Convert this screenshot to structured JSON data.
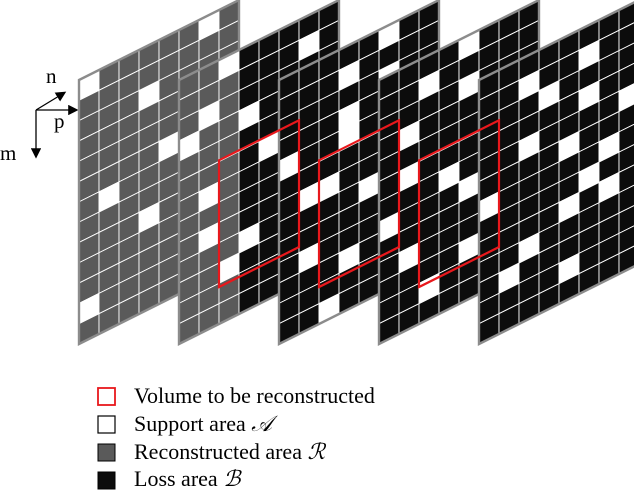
{
  "axes": {
    "labels": {
      "n": "n",
      "p": "p",
      "m": "m"
    }
  },
  "colors": {
    "support": "#ffffff",
    "reconstructed": "#5a5a5a",
    "loss": "#0c0c0c",
    "frame": "#8c8c8c",
    "cellLine": "#ffffff",
    "volume": "#e8181c"
  },
  "slices": [
    {
      "kind": "reconstructed",
      "highlight": false,
      "whiteCells": [
        [
          0,
          0
        ],
        [
          0,
          6
        ],
        [
          2,
          3
        ],
        [
          5,
          4
        ],
        [
          6,
          1
        ],
        [
          8,
          3
        ],
        [
          11,
          0
        ],
        [
          11,
          7
        ],
        [
          4,
          7
        ]
      ]
    },
    {
      "kind": "mixed",
      "highlight": true,
      "reconCols": 3,
      "whiteCells": [
        [
          0,
          2
        ],
        [
          1,
          6
        ],
        [
          3,
          0
        ],
        [
          3,
          3
        ],
        [
          5,
          4
        ],
        [
          6,
          1
        ],
        [
          7,
          7
        ],
        [
          9,
          3
        ],
        [
          10,
          2
        ],
        [
          12,
          5
        ],
        [
          2,
          1
        ],
        [
          8,
          1
        ]
      ]
    },
    {
      "kind": "loss",
      "highlight": true,
      "whiteCells": [
        [
          0,
          5
        ],
        [
          1,
          3
        ],
        [
          2,
          5
        ],
        [
          3,
          3
        ],
        [
          4,
          0
        ],
        [
          4,
          3
        ],
        [
          5,
          5
        ],
        [
          6,
          1
        ],
        [
          6,
          2
        ],
        [
          7,
          4
        ],
        [
          8,
          6
        ],
        [
          9,
          1
        ],
        [
          10,
          3
        ],
        [
          11,
          6
        ],
        [
          12,
          2
        ]
      ]
    },
    {
      "kind": "loss",
      "highlight": true,
      "whiteCells": [
        [
          0,
          4
        ],
        [
          1,
          2
        ],
        [
          2,
          4
        ],
        [
          3,
          1
        ],
        [
          3,
          5
        ],
        [
          4,
          5
        ],
        [
          5,
          1
        ],
        [
          5,
          6
        ],
        [
          6,
          3
        ],
        [
          7,
          0
        ],
        [
          7,
          4
        ],
        [
          8,
          6
        ],
        [
          9,
          1
        ],
        [
          10,
          4
        ],
        [
          11,
          2
        ],
        [
          12,
          7
        ]
      ]
    },
    {
      "kind": "loss",
      "highlight": false,
      "whiteCells": [
        [
          1,
          2
        ],
        [
          1,
          5
        ],
        [
          2,
          3
        ],
        [
          3,
          5
        ],
        [
          4,
          2
        ],
        [
          4,
          7
        ],
        [
          5,
          4
        ],
        [
          6,
          0
        ],
        [
          6,
          6
        ],
        [
          7,
          5
        ],
        [
          8,
          4
        ],
        [
          8,
          6
        ],
        [
          9,
          2
        ],
        [
          10,
          1
        ],
        [
          11,
          4
        ]
      ]
    }
  ],
  "legend": {
    "items": [
      {
        "key": "volume",
        "label": "Volume to be reconstructed",
        "symbol": ""
      },
      {
        "key": "support",
        "label": "Support area ",
        "symbol": "𝒜"
      },
      {
        "key": "reconstructed",
        "label": "Reconstructed area ",
        "symbol": "ℛ"
      },
      {
        "key": "loss",
        "label": "Loss area ",
        "symbol": "ℬ"
      }
    ]
  }
}
